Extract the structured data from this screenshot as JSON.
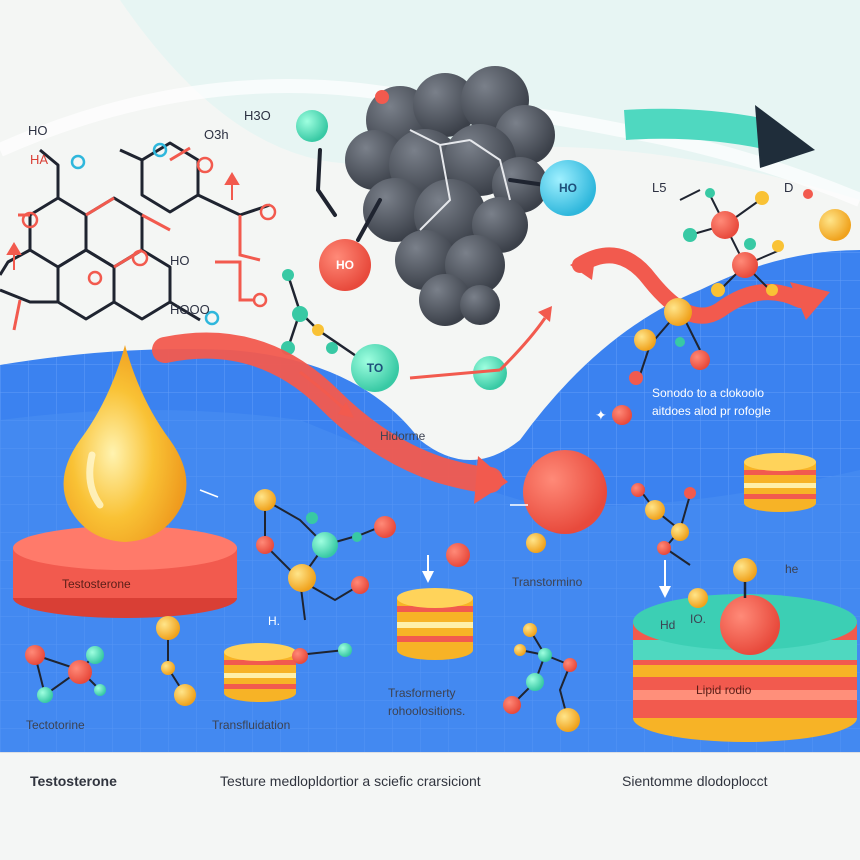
{
  "colors": {
    "background": "#f6f8f6",
    "blue_band": "#3b82f0",
    "arrow_red": "#f25a4e",
    "arrow_teal": "#4fd8c0",
    "drop_yellow": "#f9c235",
    "platform_red": "#f25a4e",
    "molecule_grey": "#4a4f59"
  },
  "labels": {
    "chem_h3o": "H3O",
    "chem_o3h": "O3h",
    "chem_ho_left": "HO",
    "chem_ha": "HA",
    "chem_ho_mid": "HO",
    "chem_hoo": "HOOO",
    "ball_ho_red": "HO",
    "ball_ho_blue": "HO",
    "ball_to": "TO",
    "hidorme": "Hidorme",
    "l5": "L5",
    "d_right": "D",
    "callout_line1": "Sonodo to a clokoolo",
    "callout_line2": "aitdoes alod pr rofogle",
    "platform_testosterone": "Testosterone",
    "transformation_mid": "Transtormino",
    "h_small": "H.",
    "he": "he",
    "lipid_radio": "Lipid rodio",
    "platform_hd": "Hd",
    "platform_io": "IO.",
    "tectorone": "Tectotorine",
    "transfluid": "Transfluidation",
    "transformerly1": "Trasformerty",
    "transformerly2": "rohoolositions."
  },
  "footer": {
    "left": "Testosterone",
    "center": "Testure medlopldortior a sciefic crarsiciont",
    "right": "Sientomme dlodoplocct"
  }
}
